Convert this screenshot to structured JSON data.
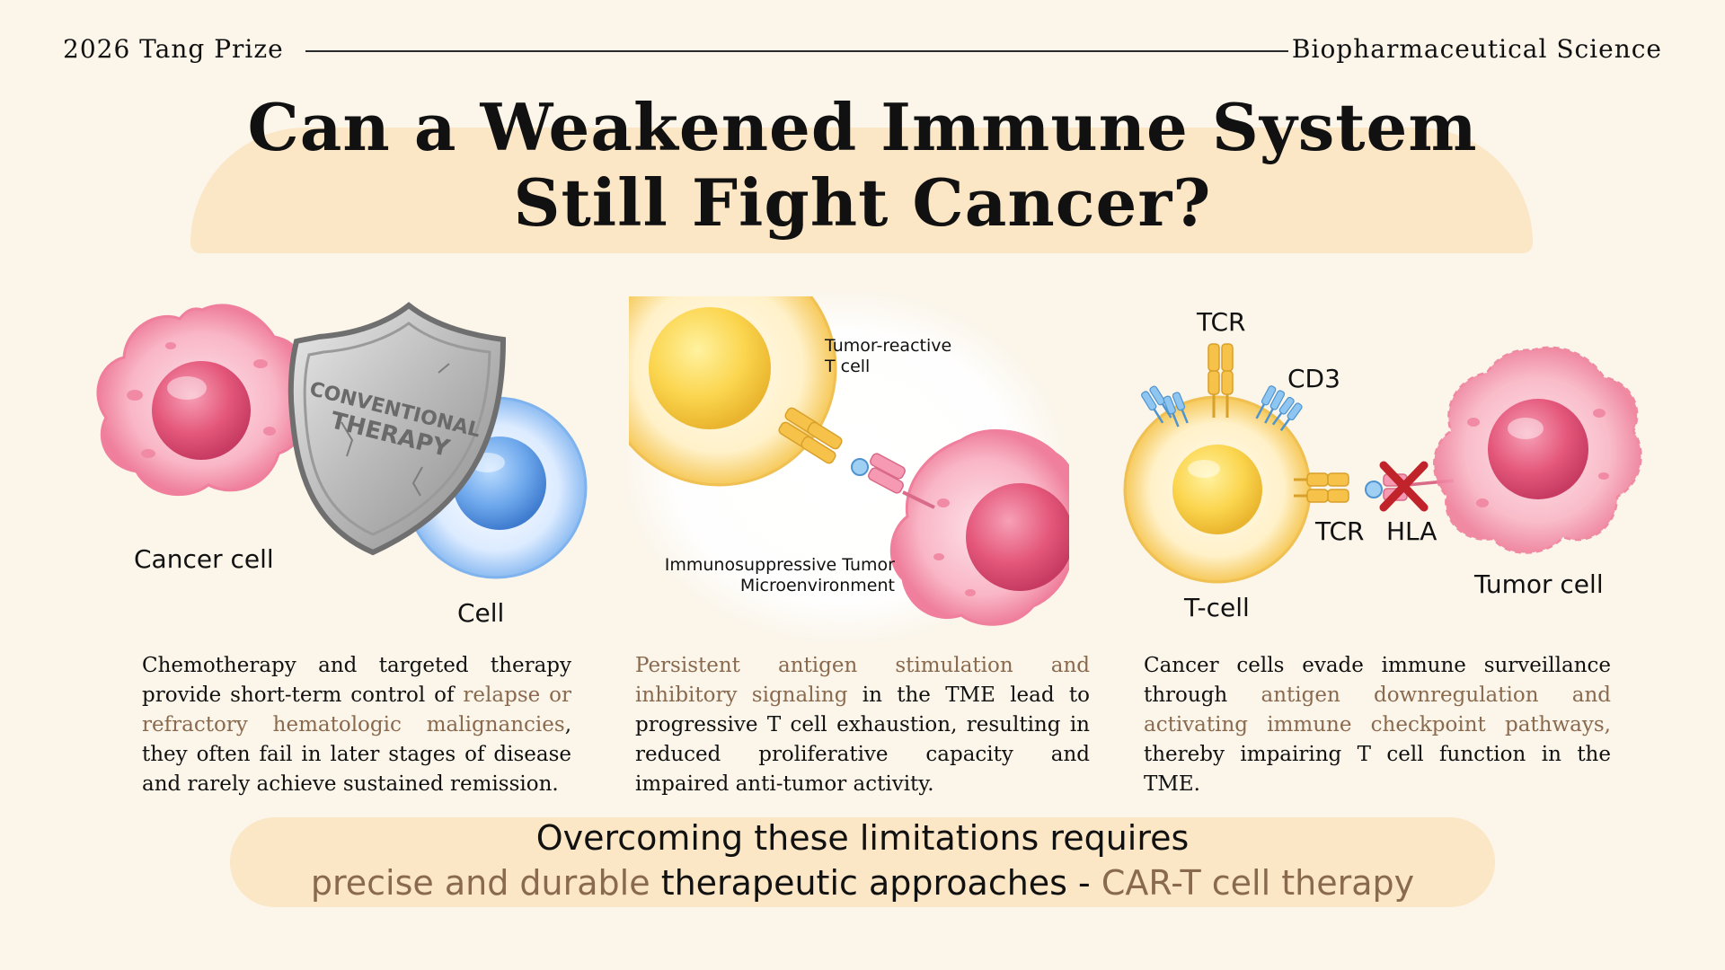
{
  "header": {
    "left": "2026 Tang Prize",
    "right": "Biopharmaceutical Science"
  },
  "title": {
    "line1": "Can a Weakened Immune System",
    "line2": "Still Fight Cancer?"
  },
  "panel1": {
    "shield_line1": "CONVENTIONAL",
    "shield_line2": "THERAPY",
    "label_cancer": "Cancer cell",
    "label_cell": "Cell",
    "text_a": "Chemotherapy and targeted therapy provide short-term control of ",
    "text_hl": "relapse or refractory hematologic malignancies",
    "text_b": ", they often fail in later stages of disease and rarely achieve sustained remission."
  },
  "panel2": {
    "label_tcell_1": "Tumor-reactive",
    "label_tcell_2": "T cell",
    "label_tme_1": "Immunosuppressive Tumor",
    "label_tme_2": "Microenvironment",
    "text_hl": "Persistent antigen stimulation and inhibitory signaling",
    "text_b": " in the TME lead to progressive T cell exhaustion, resulting in reduced proliferative capacity and impaired anti-tumor activity."
  },
  "panel3": {
    "label_tcr_top": "TCR",
    "label_cd3": "CD3",
    "label_tcr": "TCR",
    "label_hla": "HLA",
    "label_tcell": "T-cell",
    "label_tumor": "Tumor cell",
    "text_a": "Cancer cells evade immune surveillance through ",
    "text_hl": "antigen downregulation and activating immune checkpoint pathways,",
    "text_b": " thereby impairing T cell function in the TME."
  },
  "bottom": {
    "line1": "Overcoming these limitations requires",
    "line2_hl1": "precise and durable",
    "line2_mid": " therapeutic approaches - ",
    "line2_hl2": "CAR-T cell therapy"
  },
  "colors": {
    "background": "#fbf5ea",
    "band": "#fbe6c6",
    "highlight": "#8a6a4e",
    "cancer_pink": "#f07a9a",
    "tcell_yellow": "#fbd54e",
    "cell_blue": "#7fb8f0",
    "cross_red": "#c0232a"
  },
  "icons": [
    "shield-icon",
    "tcr-receptor-icon",
    "cd3-receptor-icon",
    "cross-mark-icon"
  ]
}
